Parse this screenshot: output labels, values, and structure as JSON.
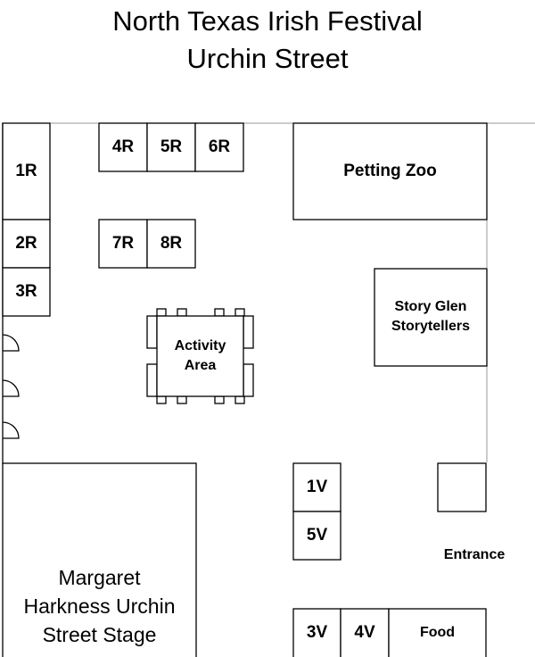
{
  "title": {
    "line1": "North Texas Irish Festival",
    "line2": "Urchin Street"
  },
  "booths": {
    "r1": "1R",
    "r2": "2R",
    "r3": "3R",
    "r4": "4R",
    "r5": "5R",
    "r6": "6R",
    "r7": "7R",
    "r8": "8R",
    "v1": "1V",
    "v3": "3V",
    "v4": "4V",
    "v5": "5V"
  },
  "areas": {
    "petting_zoo": "Petting Zoo",
    "story_glen_line1": "Story Glen",
    "story_glen_line2": "Storytellers",
    "activity_line1": "Activity",
    "activity_line2": "Area",
    "stage_line1": "Margaret",
    "stage_line2": "Harkness Urchin",
    "stage_line3": "Street Stage",
    "entrance": "Entrance",
    "food": "Food"
  }
}
